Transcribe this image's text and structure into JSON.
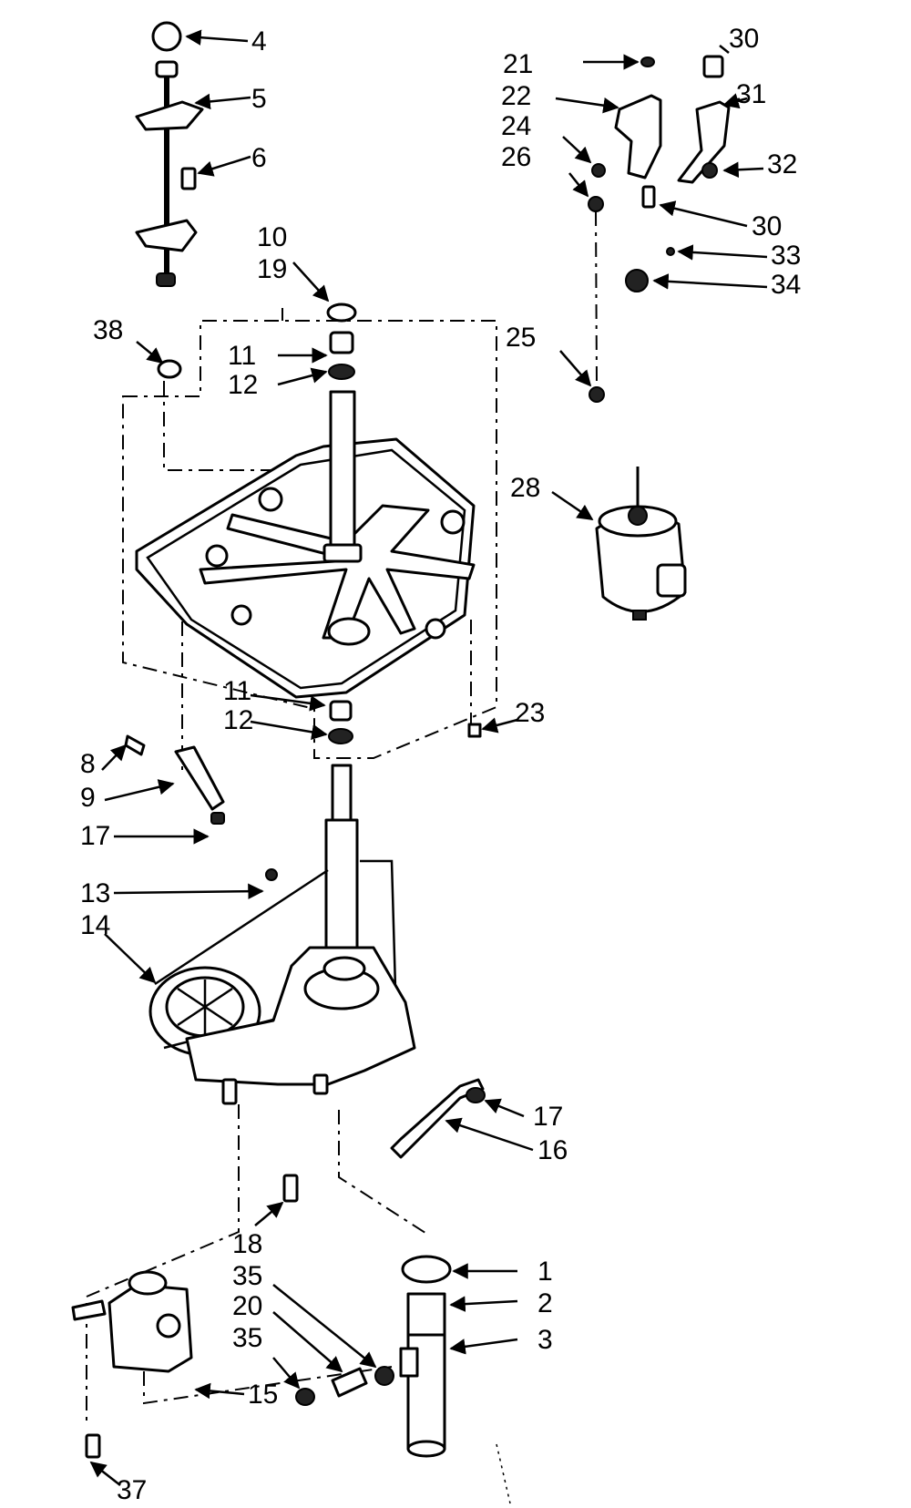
{
  "labels": [
    "1",
    "2",
    "3",
    "4",
    "5",
    "6",
    "8",
    "9",
    "10",
    "19",
    "11",
    "12",
    "13",
    "14",
    "15",
    "16",
    "17",
    "18",
    "20",
    "21",
    "22",
    "23",
    "24",
    "25",
    "26",
    "28",
    "30",
    "31",
    "32",
    "33",
    "34",
    "35",
    "37",
    "38"
  ]
}
